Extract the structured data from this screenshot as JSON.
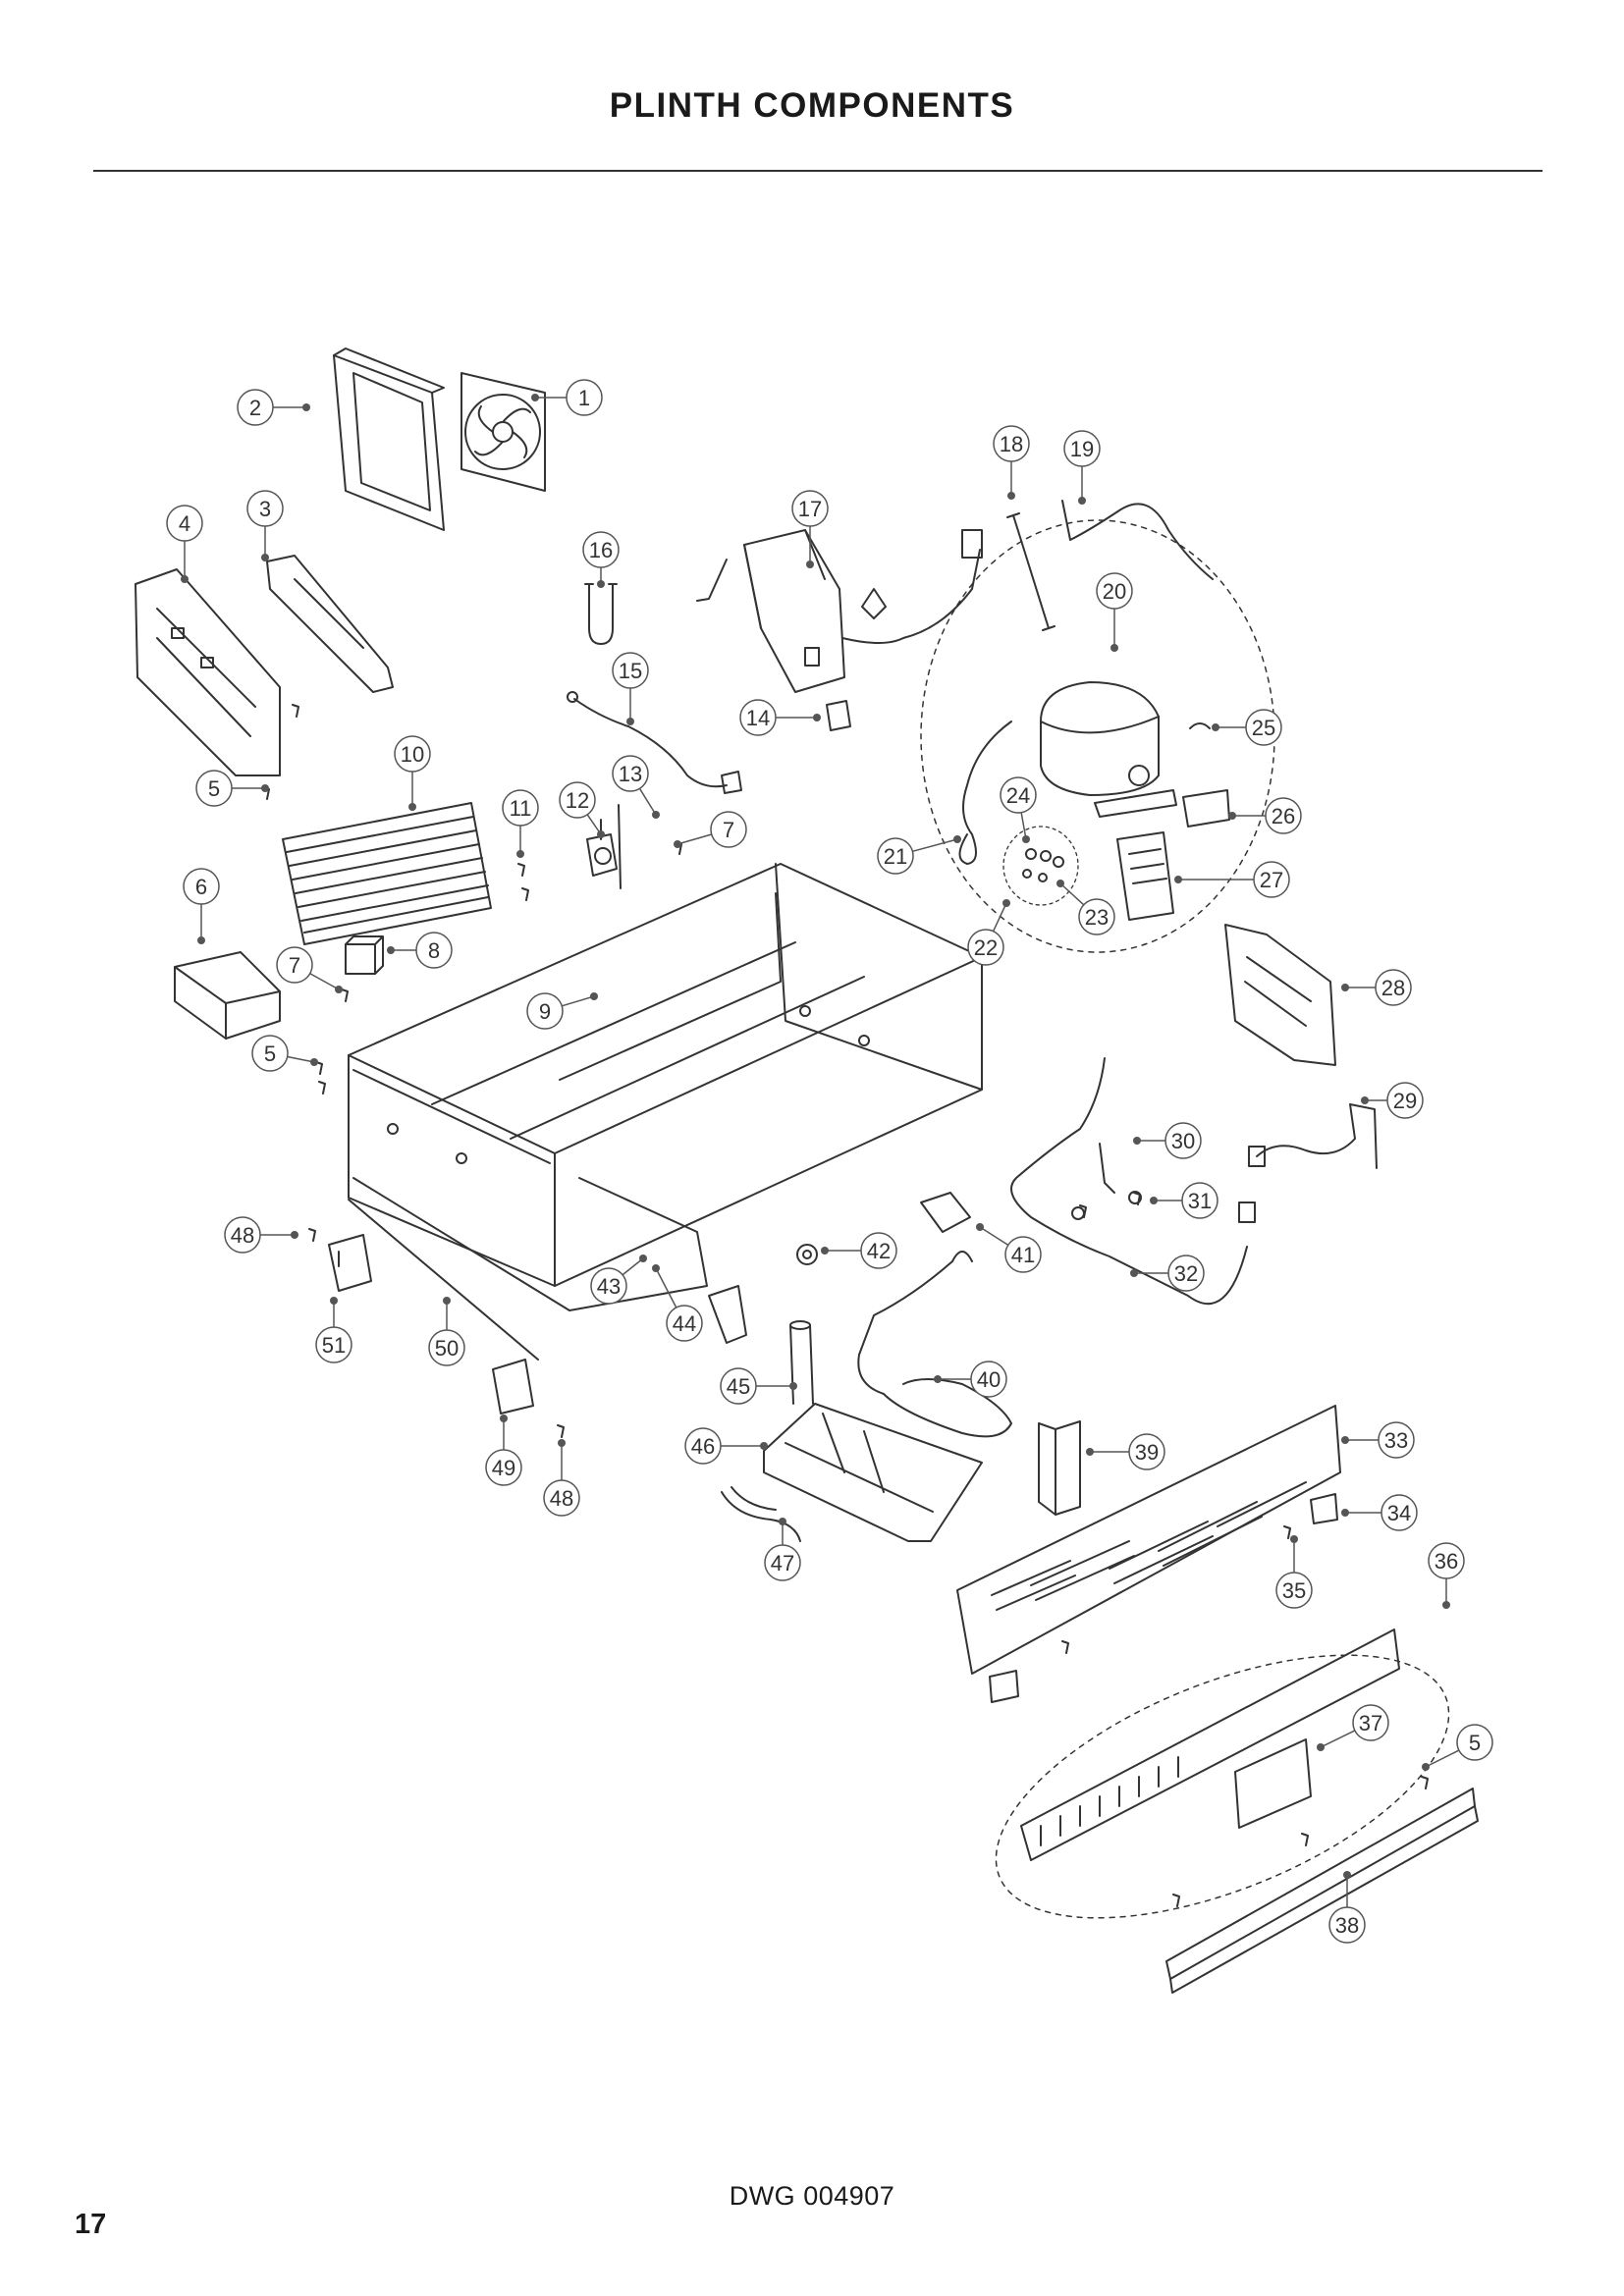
{
  "page": {
    "title": "PLINTH COMPONENTS",
    "drawing_number": "DWG 004907",
    "page_number": "17"
  },
  "callouts": [
    "1",
    "2",
    "3",
    "4",
    "5",
    "6",
    "7",
    "8",
    "9",
    "10",
    "11",
    "12",
    "13",
    "14",
    "15",
    "16",
    "17",
    "18",
    "19",
    "20",
    "21",
    "22",
    "23",
    "24",
    "25",
    "26",
    "27",
    "28",
    "29",
    "30",
    "31",
    "32",
    "33",
    "34",
    "35",
    "36",
    "37",
    "38",
    "39",
    "40",
    "41",
    "42",
    "43",
    "44",
    "45",
    "46",
    "47",
    "48",
    "49",
    "50",
    "51"
  ],
  "colors": {
    "line": "#333333",
    "leader": "#555555",
    "background": "#ffffff"
  }
}
